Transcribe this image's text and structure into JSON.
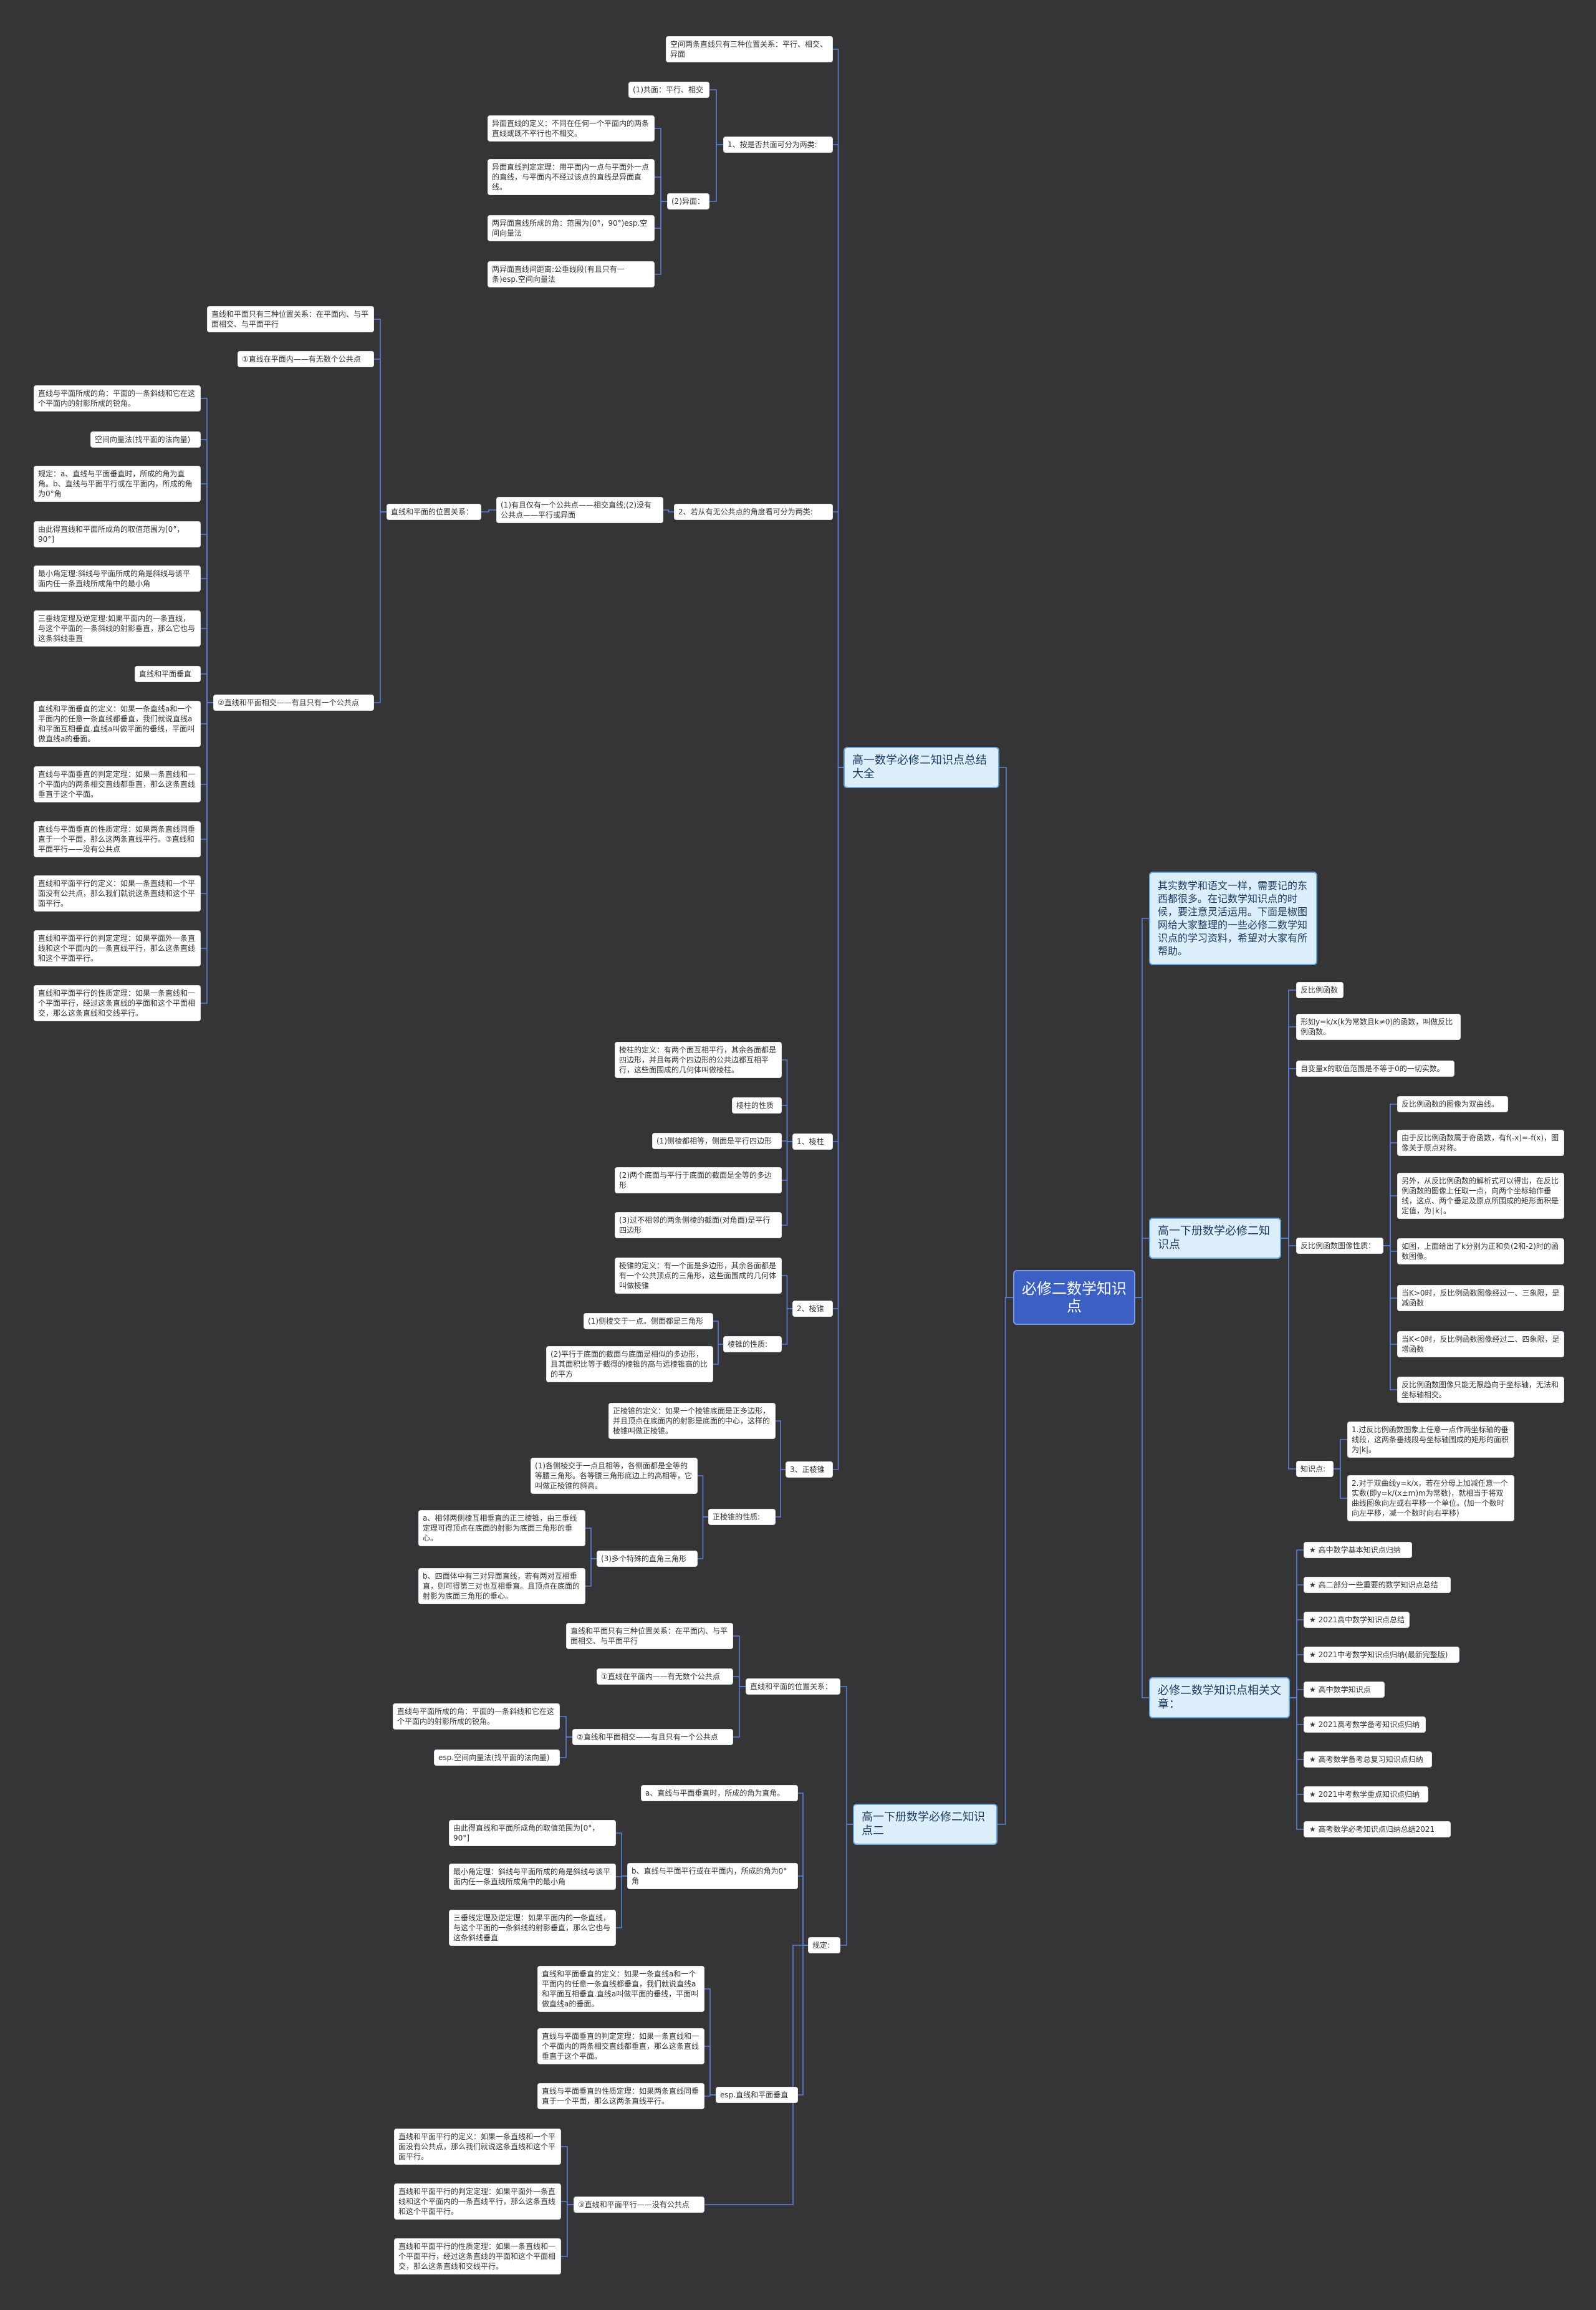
{
  "root": {
    "label": "必修二数学知识点"
  },
  "branches": [
    {
      "label": "高一数学必修二知识点总结大全"
    },
    {
      "intro": "其实数学和语文一样，需要记的东西都很多。在记数学知识点的时候，要注意灵活运用。下面是椒图网给大家整理的一些必修二数学知识点的学习资料，希望对大家有所帮助。"
    },
    {
      "label": "高一下册数学必修二知识点"
    },
    {
      "label": "必修二数学知识点相关文章："
    },
    {
      "label": "高一下册数学必修二知识点二"
    }
  ],
  "nodes": {
    "a_intro": "空间两条直线只有三种位置关系：平行、相交、异面",
    "a1": "1、按是否共面可分为两类:",
    "a1_1": "(1)共面：平行、相交",
    "a1_2": "(2)异面：",
    "a1_2_1": "异面直线的定义：不同在任何一个平面内的两条直线或既不平行也不相交。",
    "a1_2_2": "异面直线判定定理：用平面内一点与平面外一点的直线，与平面内不经过该点的直线是异面直线。",
    "a1_2_3": "两异面直线所成的角：范围为(0°，90°)esp.空间向量法",
    "a1_2_4": "两异面直线间距离:公垂线段(有且只有一条)esp.空间向量法",
    "a2": "2、若从有无公共点的角度看可分为两类:",
    "a2_1": "(1)有且仅有一个公共点——相交直线;(2)没有公共点——平行或异面",
    "b": "直线和平面的位置关系：",
    "b0": "直线和平面只有三种位置关系：在平面内、与平面相交、与平面平行",
    "b1": "①直线在平面内——有无数个公共点",
    "b2": "②直线和平面相交——有且只有一个公共点",
    "b2_1": "直线与平面所成的角：平面的一条斜线和它在这个平面内的射影所成的锐角。",
    "b2_2": "空间向量法(找平面的法向量)",
    "b2_3": "规定：a、直线与平面垂直时，所成的角为直角。b、直线与平面平行或在平面内，所成的角为0°角",
    "b2_4": "由此得直线和平面所成角的取值范围为[0°，90°]",
    "b2_5": "最小角定理:斜线与平面所成的角是斜线与该平面内任一条直线所成角中的最小角",
    "b2_6": "三垂线定理及逆定理:如果平面内的一条直线，与这个平面的一条斜线的射影垂直，那么它也与这条斜线垂直",
    "b2_7": "直线和平面垂直",
    "b2_8": "直线和平面垂直的定义：如果一条直线a和一个平面内的任意一条直线都垂直，我们就说直线a和平面互相垂直.直线a叫做平面的垂线，平面叫做直线a的垂面。",
    "b2_9": "直线与平面垂直的判定定理：如果一条直线和一个平面内的两条相交直线都垂直，那么这条直线垂直于这个平面。",
    "b2_10": "直线与平面垂直的性质定理：如果两条直线同垂直于一个平面，那么这两条直线平行。③直线和平面平行——没有公共点",
    "b2_11": "直线和平面平行的定义：如果一条直线和一个平面没有公共点，那么我们就说这条直线和这个平面平行。",
    "b2_12": "直线和平面平行的判定定理：如果平面外一条直线和这个平面内的一条直线平行，那么这条直线和这个平面平行。",
    "b2_13": "直线和平面平行的性质定理：如果一条直线和一个平面平行，经过这条直线的平面和这个平面相交，那么这条直线和交线平行。",
    "c1": "1、棱柱",
    "c1_1": "棱柱的定义：有两个面互相平行，其余各面都是四边形，并且每两个四边形的公共边都互相平行，这些面围成的几何体叫做棱柱。",
    "c1_2": "棱柱的性质",
    "c1_3": "(1)侧棱都相等，侧面是平行四边形",
    "c1_4": "(2)两个底面与平行于底面的截面是全等的多边形",
    "c1_5": "(3)过不相邻的两条侧棱的截面(对角面)是平行四边形",
    "c2": "2、棱锥",
    "c2_1": "棱锥的定义：有一个面是多边形，其余各面都是有一个公共顶点的三角形，这些面围成的几何体叫做棱锥",
    "c2_2": "棱锥的性质:",
    "c2_2_1": "(1)侧棱交于一点。侧面都是三角形",
    "c2_2_2": "(2)平行于底面的截面与底面是相似的多边形，且其面积比等于截得的棱锥的高与远棱锥高的比的平方",
    "c3": "3、正棱锥",
    "c3_1": "正棱锥的定义：如果一个棱锥底面是正多边形，并且顶点在底面内的射影是底面的中心，这样的棱锥叫做正棱锥。",
    "c3_2": "正棱锥的性质:",
    "c3_2_1": "(1)各侧棱交于一点且相等，各侧面都是全等的等腰三角形。各等腰三角形底边上的高相等，它叫做正棱锥的斜高。",
    "c3_2_2": "(3)多个特殊的直角三角形",
    "c3_2_2_1": "a、相邻两侧棱互相垂直的正三棱锥，由三垂线定理可得顶点在底面的射影为底面三角形的垂心。",
    "c3_2_2_2": "b、四面体中有三对异面直线，若有两对互相垂直，则可得第三对也互相垂直。且顶点在底面的射影为底面三角形的垂心。",
    "d1": "1.过反比例函数图象上任意一点作两坐标轴的垂线段，这两条垂线段与坐标轴围成的矩形的面积为|k|。",
    "d2": "2.对于双曲线y=k/x，若在分母上加减任意一个实数(即y=k/(x±m)m为常数)，就相当于将双曲线图象向左或右平移一个单位。(加一个数时向左平移，减一个数时向右平移)",
    "e0": "反比例函数",
    "e1": "形如y=k/x(k为常数且k≠0)的函数，叫做反比例函数。",
    "e2": "自变量x的取值范围是不等于0的一切实数。",
    "e3": "反比例函数图像性质：",
    "e3_1": "反比例函数的图像为双曲线。",
    "e3_2": "由于反比例函数属于奇函数，有f(-x)=-f(x)，图像关于原点对称。",
    "e3_3": "另外，从反比例函数的解析式可以得出，在反比例函数的图像上任取一点，向两个坐标轴作垂线，这点、两个垂足及原点所围成的矩形面积是定值，为∣k∣。",
    "e3_4": "如图，上面给出了k分别为正和负(2和-2)时的函数图像。",
    "e3_5": "当K>0时，反比例函数图像经过一、三象限，是减函数",
    "e3_6": "当K<0时，反比例函数图像经过二、四象限，是增函数",
    "e3_7": "反比例函数图像只能无限趋向于坐标轴，无法和坐标轴相交。",
    "e4": "知识点:",
    "f1": "★ 高中数学基本知识点归纳",
    "f2": "★ 高二部分一些重要的数学知识点总结",
    "f3": "★ 2021高中数学知识点总结",
    "f4": "★ 2021中考数学知识点归纳(最新完整版)",
    "f5": "★ 高中数学知识点",
    "f6": "★ 2021高考数学备考知识点归纳",
    "f7": "★ 高考数学备考总复习知识点归纳",
    "f8": "★ 2021中考数学重点知识点归纳",
    "f9": "★ 高考数学必考知识点归纳总结2021",
    "g": "直线和平面的位置关系：",
    "g0": "直线和平面只有三种位置关系：在平面内、与平面相交、与平面平行",
    "g1": "①直线在平面内——有无数个公共点",
    "g2": "②直线和平面相交——有且只有一个公共点",
    "g2_1": "直线与平面所成的角：平面的一条斜线和它在这个平面内的射影所成的锐角。",
    "g2_2": "esp.空间向量法(找平面的法向量)",
    "h": "规定:",
    "h1": "a、直线与平面垂直时，所成的角为直角。",
    "h2": "b、直线与平面平行或在平面内，所成的角为0°角",
    "h2_1": "由此得直线和平面所成角的取值范围为[0°，90°]",
    "h2_2": "最小角定理：斜线与平面所成的角是斜线与该平面内任一条直线所成角中的最小角",
    "h2_3": "三垂线定理及逆定理：如果平面内的一条直线，与这个平面的一条斜线的射影垂直，那么它也与这条斜线垂直",
    "h3": "esp.直线和平面垂直",
    "h3_1": "直线和平面垂直的定义：如果一条直线a和一个平面内的任意一条直线都垂直，我们就说直线a和平面互相垂直.直线a叫做平面的垂线，平面叫做直线a的垂面。",
    "h3_2": "直线与平面垂直的判定定理：如果一条直线和一个平面内的两条相交直线都垂直，那么这条直线垂直于这个平面。",
    "h3_3": "直线与平面垂直的性质定理：如果两条直线同垂直于一个平面，那么这两条直线平行。",
    "h4": "③直线和平面平行——没有公共点",
    "h4_1": "直线和平面平行的定义：如果一条直线和一个平面没有公共点，那么我们就说这条直线和这个平面平行。",
    "h4_2": "直线和平面平行的判定定理：如果平面外一条直线和这个平面内的一条直线平行，那么这条直线和这个平面平行。",
    "h4_3": "直线和平面平行的性质定理：如果一条直线和一个平面平行，经过这条直线的平面和这个平面相交，那么这条直线和交线平行。"
  }
}
